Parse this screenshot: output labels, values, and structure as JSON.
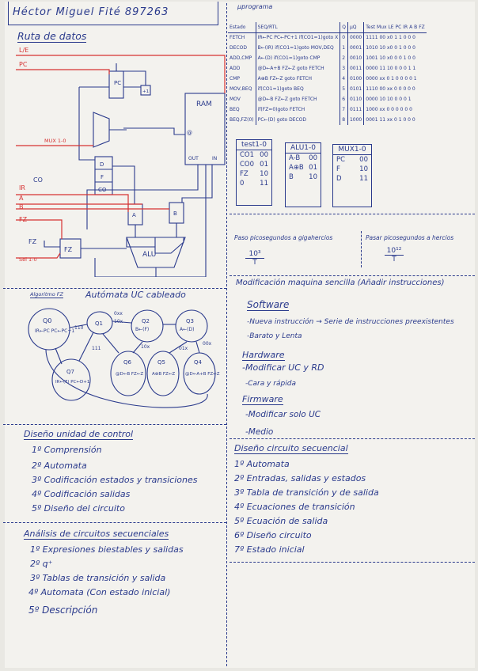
{
  "header": {
    "name": "Héctor Miguel Fité 897263"
  },
  "datapath": {
    "title": "Ruta de datos",
    "signals": {
      "le": "L/E",
      "pc_sig": "PC",
      "mux": "MUX 1-0",
      "co_sig": "CO",
      "ir_sig": "IR",
      "a_sig": "A",
      "b_sig": "B",
      "fz_sig": "FZ",
      "fz_out": "FZ",
      "sel": "Sel 1-0"
    },
    "blocks": {
      "pc": "PC",
      "ram": "RAM",
      "ram_at": "@",
      "ram_out": "OUT",
      "ram_in": "IN",
      "alu": "ALU",
      "a": "A",
      "b": "B",
      "fz": "FZ",
      "d": "D",
      "f": "F",
      "co": "CO",
      "plus1": "+1"
    }
  },
  "microprogram": {
    "title": "μprograma",
    "columns": [
      "Estado",
      "SEQ/RTL",
      "Q",
      "μQ",
      "Test",
      "Mux",
      "LE",
      "PC",
      "IR",
      "A",
      "B",
      "FZ"
    ],
    "rows": [
      {
        "state": "FETCH",
        "rtl": "IR←PC PC←PC+1 if(CO1=1)goto X",
        "q": "0",
        "uq": "0000",
        "rest": "1111 00 x0 1 1 0 0 0"
      },
      {
        "state": "DECOD",
        "rtl": "B←(IR) if(CO1=1)goto MOV,DEQ",
        "q": "1",
        "uq": "0001",
        "rest": "1010 10 x0 0 1 0 0 0"
      },
      {
        "state": "ADD,CMP",
        "rtl": "A←(D) if(CO1=1)goto CMP",
        "q": "2",
        "uq": "0010",
        "rest": "1001 10 x0 0 0 1 0 0"
      },
      {
        "state": "ADD",
        "rtl": "@D←A+B FZ←Z goto FETCH",
        "q": "3",
        "uq": "0011",
        "rest": "0000 11 10 0 0 0 1 1"
      },
      {
        "state": "CMP",
        "rtl": "A⊕B FZ←Z goto FETCH",
        "q": "4",
        "uq": "0100",
        "rest": "0000 xx 0 1 0 0 0 0 1"
      },
      {
        "state": "MOV,BEQ",
        "rtl": "if(CO1=1)goto BEQ",
        "q": "5",
        "uq": "0101",
        "rest": "1110 00 xx 0 0 0 0 0"
      },
      {
        "state": "MOV",
        "rtl": "@D←B FZ←Z goto FETCH",
        "q": "6",
        "uq": "0110",
        "rest": "0000 10 10 0 0 0 1"
      },
      {
        "state": "BEQ",
        "rtl": "if(FZ=0)goto FETCH",
        "q": "7",
        "uq": "0111",
        "rest": "1000 xx 0 0 0 0 0 0"
      },
      {
        "state": "BEQ,FZ(0)",
        "rtl": "PC←(D) goto DECOD",
        "q": "8",
        "uq": "1000",
        "rest": "0001 11 xx 0 1 0 0 0"
      }
    ]
  },
  "small_tables": {
    "test": {
      "title": "test1-0",
      "rows": [
        [
          "CO1",
          "00"
        ],
        [
          "CO0",
          "01"
        ],
        [
          "FZ",
          "10"
        ],
        [
          "0",
          "11"
        ]
      ]
    },
    "alu": {
      "title": "ALU1-0",
      "rows": [
        [
          "A-B",
          "00"
        ],
        [
          "A⊕B",
          "01"
        ],
        [
          "B",
          "10"
        ]
      ]
    },
    "mux": {
      "title": "MUX1-0",
      "rows": [
        [
          "PC",
          "00"
        ],
        [
          "F",
          "10"
        ],
        [
          "D",
          "11"
        ]
      ]
    }
  },
  "conversions": {
    "left": "Paso picosegundos a gigahercios",
    "left_num": "10³",
    "left_den": "T",
    "right": "Pasar picosegundos a hercios",
    "right_num": "10¹²",
    "right_den": "T"
  },
  "automaton": {
    "title": "Autómata UC cableado",
    "tag": "Algoritmo FZ",
    "states": [
      {
        "id": "Q0",
        "body": "IR←PC\nPC←PC+1"
      },
      {
        "id": "Q1",
        "body": ""
      },
      {
        "id": "Q2",
        "body": "B←(F)"
      },
      {
        "id": "Q3",
        "body": "A←(D)"
      },
      {
        "id": "Q7",
        "body": "IR←(F)\nPC←D+1"
      },
      {
        "id": "Q6",
        "body": "@D←B\nFZ←Z"
      },
      {
        "id": "Q5",
        "body": "A⊕B\nFZ←Z"
      },
      {
        "id": "Q4",
        "body": "@D←A+B\nFZ←Z"
      }
    ],
    "edges": [
      "0xx",
      "10x",
      "110",
      "111",
      "10x",
      "01x",
      "00x"
    ]
  },
  "modification": {
    "title": "Modificación maquina sencilla (Añadir instrucciones)",
    "software": "Software",
    "sw_items": [
      "-Nueva instrucción → Serie de instrucciones preexistentes",
      "-Barato y Lenta"
    ],
    "hardware": "Hardware",
    "hw_items": [
      "-Modificar UC y RD",
      "-Cara y rápida"
    ],
    "firmware": "Firmware",
    "fw_items": [
      "-Modificar solo UC",
      "-Medio"
    ]
  },
  "uc_design": {
    "title": "Diseño unidad de control",
    "items": [
      "1º Comprensión",
      "2º Automata",
      "3º Codificación estados y transiciones",
      "4º Codificación salidas",
      "5º Diseño del circuito"
    ]
  },
  "seq_design": {
    "title": "Diseño circuito secuencial",
    "items": [
      "1º Automata",
      "2º Entradas, salidas y estados",
      "3º Tabla de transición y de salida",
      "4º Ecuaciones de transición",
      "5º Ecuación de salida",
      "6º Diseño circuito",
      "7º Estado inicial"
    ]
  },
  "seq_analysis": {
    "title": "Análisis de circuitos secuenciales",
    "items": [
      "1º Expresiones biestables y salidas",
      "2º q⁺",
      "3º Tablas de transición y salida",
      "4º Automata (Con estado inicial)",
      "5º Descripción"
    ]
  }
}
